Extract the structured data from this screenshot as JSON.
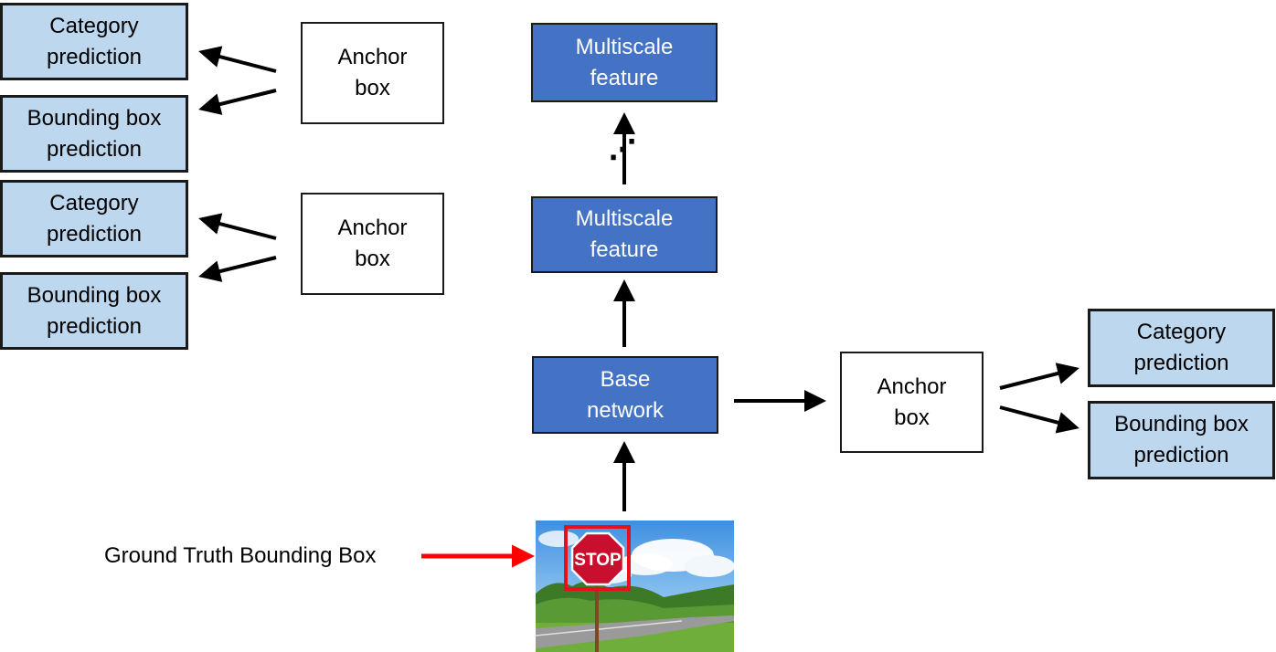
{
  "pred_left_1": {
    "cat": [
      "Category",
      "prediction"
    ],
    "bbox": [
      "Bounding box",
      "prediction"
    ]
  },
  "pred_left_2": {
    "cat": [
      "Category",
      "prediction"
    ],
    "bbox": [
      "Bounding box",
      "prediction"
    ]
  },
  "pred_right": {
    "cat": [
      "Category",
      "prediction"
    ],
    "bbox": [
      "Bounding box",
      "prediction"
    ]
  },
  "anchor_1": [
    "Anchor",
    "box"
  ],
  "anchor_2": [
    "Anchor",
    "box"
  ],
  "anchor_3": [
    "Anchor",
    "box"
  ],
  "feature_top": [
    "Multiscale",
    "feature"
  ],
  "feature_mid": [
    "Multiscale",
    "feature"
  ],
  "base": [
    "Base",
    "network"
  ],
  "ellipsis": "⋰",
  "ground_truth_label": "Ground Truth Bounding Box",
  "stop_sign_text": "STOP",
  "colors": {
    "prediction_fill": "#bdd7ee",
    "feature_fill": "#4472c4",
    "anchor_fill": "#ffffff",
    "arrow": "#000000",
    "ground_truth_arrow": "#ff0000",
    "ground_truth_box": "#e8101c"
  }
}
